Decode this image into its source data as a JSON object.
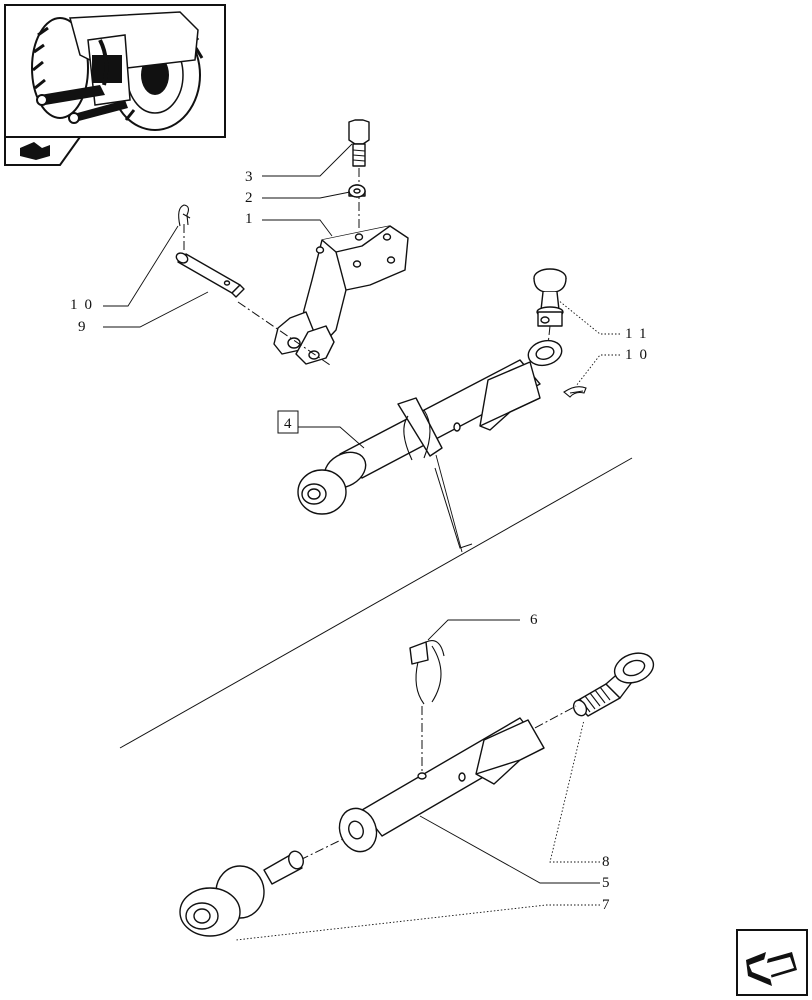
{
  "callouts": {
    "c1": "1",
    "c2": "2",
    "c3": "3",
    "c4": "4",
    "c5": "5",
    "c6": "6",
    "c7": "7",
    "c8": "8",
    "c9": "9",
    "c10_left": "10",
    "c10_right": "10",
    "c11": "11"
  },
  "icons": {
    "thumbnail": "tractor-rear-linkage-thumbnail",
    "section_badge": "section-symbol-icon",
    "nav_corner": "next-page-arrow-icon"
  }
}
